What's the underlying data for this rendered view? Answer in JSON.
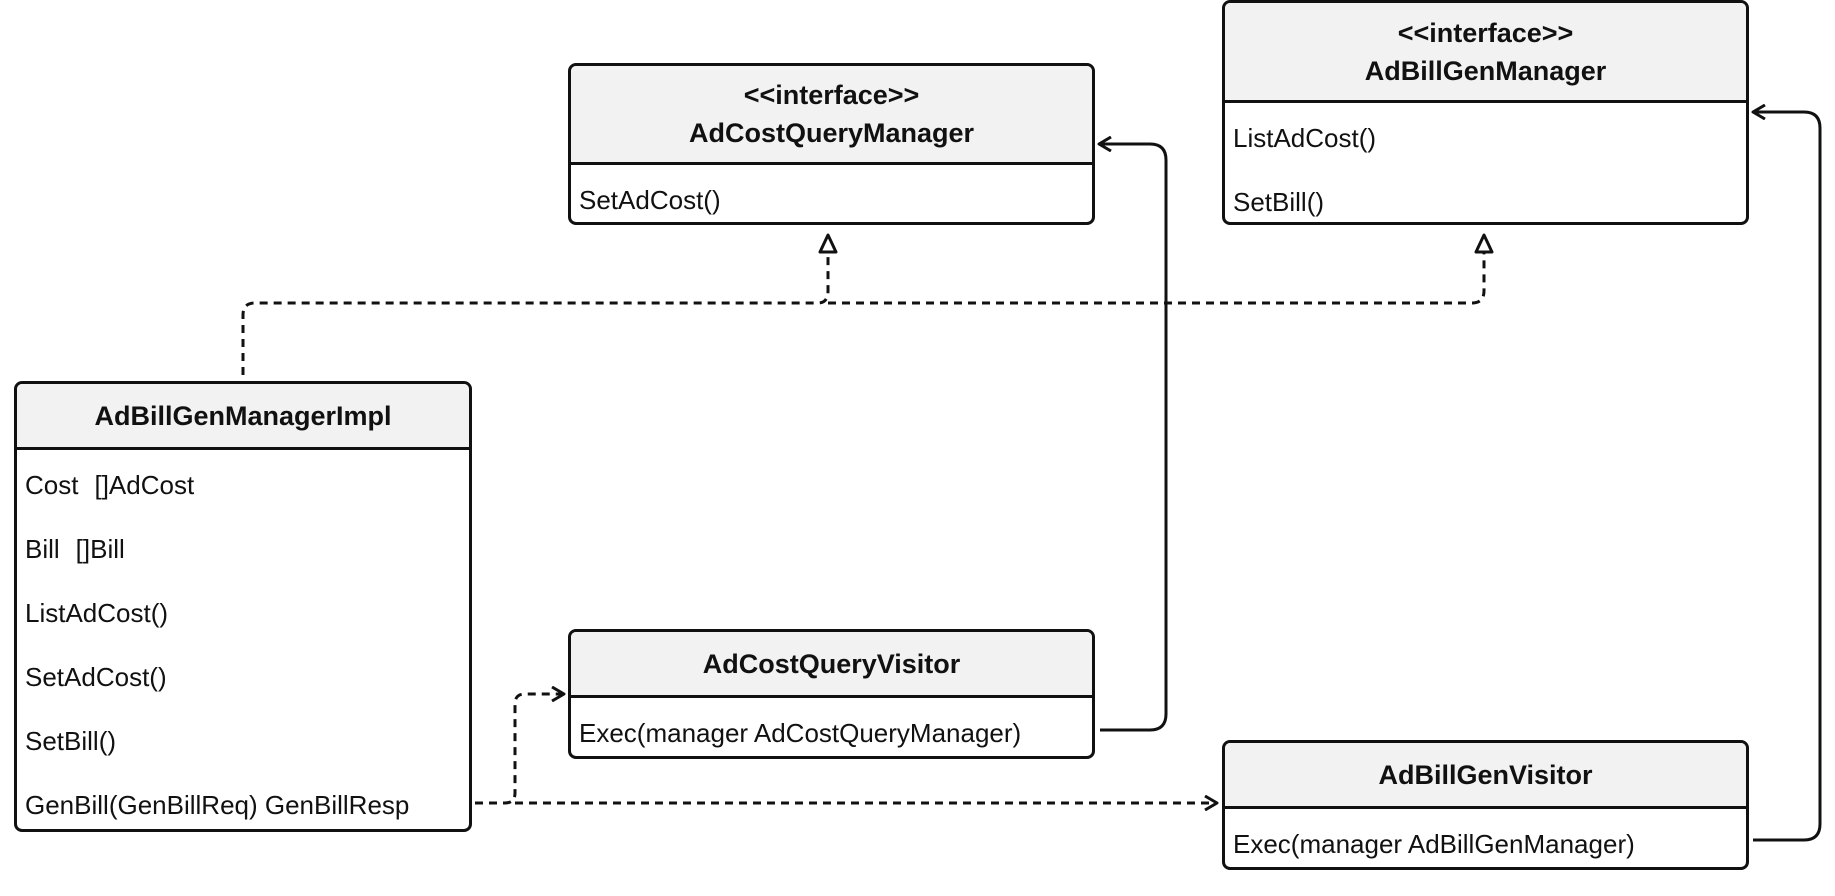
{
  "classes": {
    "adcostquerymanager": {
      "stereotype": "<<interface>>",
      "name": "AdCostQueryManager",
      "members": [
        "SetAdCost()"
      ]
    },
    "adbillgenmanager": {
      "stereotype": "<<interface>>",
      "name": "AdBillGenManager",
      "members": [
        "ListAdCost()",
        "SetBill()"
      ]
    },
    "adbillgenmanagerimpl": {
      "name": "AdBillGenManagerImpl",
      "fields": [
        {
          "name": "Cost",
          "type": "[]AdCost"
        },
        {
          "name": "Bill",
          "type": "[]Bill"
        }
      ],
      "methods": [
        "ListAdCost()",
        "SetAdCost()",
        "SetBill()",
        "GenBill(GenBillReq) GenBillResp"
      ]
    },
    "adcostqueryvisitor": {
      "name": "AdCostQueryVisitor",
      "members": [
        "Exec(manager AdCostQueryManager)"
      ]
    },
    "adbillgenvisitor": {
      "name": "AdBillGenVisitor",
      "members": [
        "Exec(manager AdBillGenManager)"
      ]
    }
  },
  "relations": [
    {
      "type": "realization",
      "from": "AdBillGenManagerImpl",
      "to": "AdCostQueryManager"
    },
    {
      "type": "realization",
      "from": "AdBillGenManagerImpl",
      "to": "AdBillGenManager"
    },
    {
      "type": "dependency",
      "from": "AdBillGenManagerImpl",
      "to": "AdCostQueryVisitor"
    },
    {
      "type": "dependency",
      "from": "AdBillGenManagerImpl",
      "to": "AdBillGenVisitor"
    },
    {
      "type": "association",
      "from": "AdCostQueryVisitor",
      "to": "AdCostQueryManager"
    },
    {
      "type": "association",
      "from": "AdBillGenVisitor",
      "to": "AdBillGenManager"
    }
  ],
  "colors": {
    "line": "#111111",
    "header_fill": "#f2f2f2",
    "box_fill": "#ffffff"
  }
}
